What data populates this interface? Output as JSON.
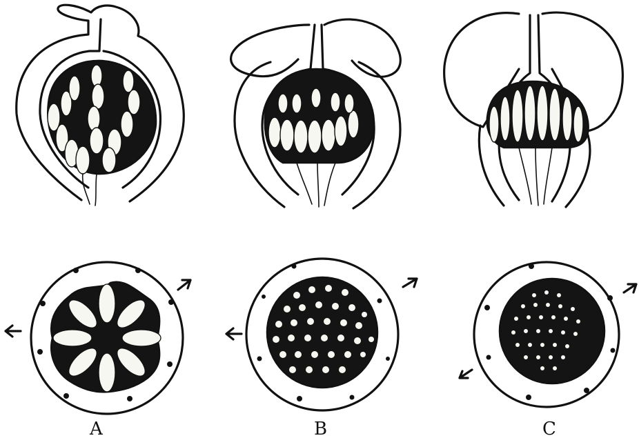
{
  "figure": {
    "panels": [
      {
        "id": "A",
        "label": "A"
      },
      {
        "id": "B",
        "label": "B"
      },
      {
        "id": "C",
        "label": "C"
      }
    ],
    "colors": {
      "ink": "#111111",
      "paper": "#ffffff",
      "ovule": "#f7f7f2"
    }
  }
}
